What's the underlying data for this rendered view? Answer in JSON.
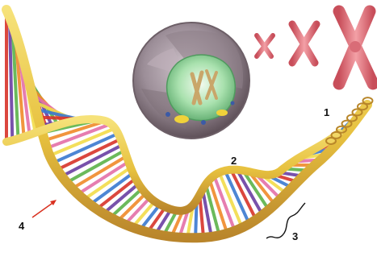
{
  "labels": {
    "one": "1",
    "two": "2",
    "three": "3",
    "four": "4"
  },
  "colors": {
    "ribbon": "#e8c64a",
    "ribbon_dark": "#b8862a",
    "rung_palette": [
      "#d8342a",
      "#6a3fa3",
      "#5bb34a",
      "#f08a2a",
      "#e46fa8",
      "#f2dc4a",
      "#3a7ad0"
    ],
    "chromosome": "#e67a84",
    "cell": "#9a8a94",
    "nucleus": "#9fd9a8",
    "pointer_arrow": "#d9301f"
  },
  "icons": [
    "cell-icon",
    "nucleus-icon",
    "chromosome-icon",
    "dna-helix-icon",
    "coil-icon"
  ]
}
